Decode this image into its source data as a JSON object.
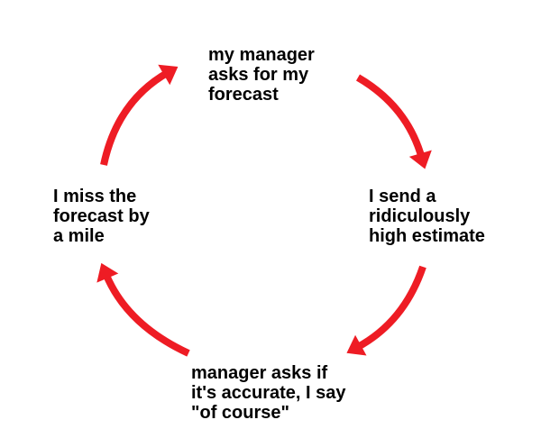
{
  "diagram": {
    "arrow_color": "#ee1c24",
    "text_color": "#000000",
    "nodes": [
      {
        "id": "top",
        "lines": [
          "my manager",
          "asks for my",
          "forecast"
        ]
      },
      {
        "id": "right",
        "lines": [
          "I send a",
          "ridiculously",
          "high estimate"
        ]
      },
      {
        "id": "bottom",
        "lines": [
          "manager asks if",
          "it's accurate, I say",
          "\"of course\""
        ]
      },
      {
        "id": "left",
        "lines": [
          "I miss the",
          "forecast by",
          "a mile"
        ]
      }
    ]
  }
}
